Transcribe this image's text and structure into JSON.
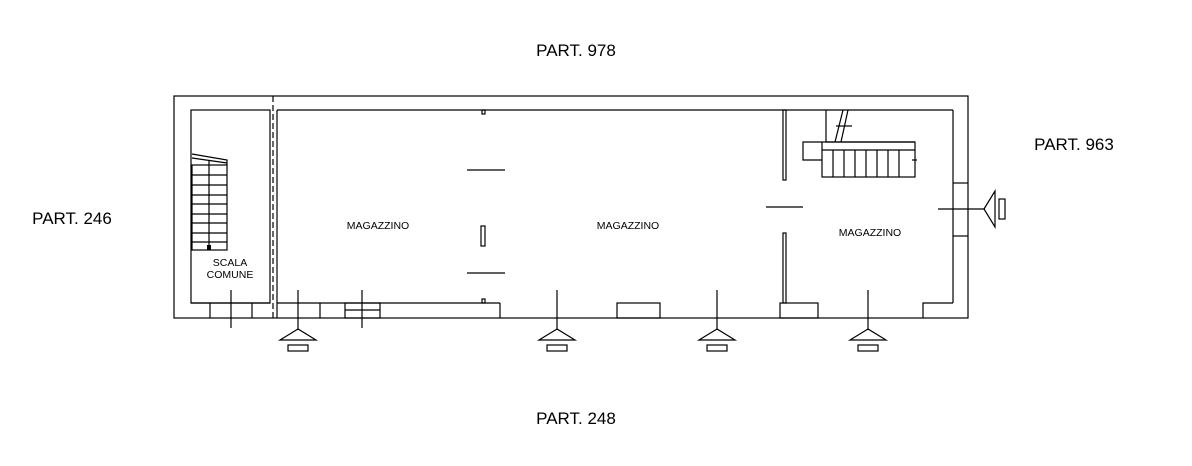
{
  "parcels": {
    "north": "PART. 978",
    "east": "PART. 963",
    "west": "PART. 246",
    "south": "PART. 248"
  },
  "rooms": {
    "stair_line1": "SCALA",
    "stair_line2": "COMUNE",
    "room1": "MAGAZZINO",
    "room2": "MAGAZZINO",
    "room3": "MAGAZZINO"
  }
}
